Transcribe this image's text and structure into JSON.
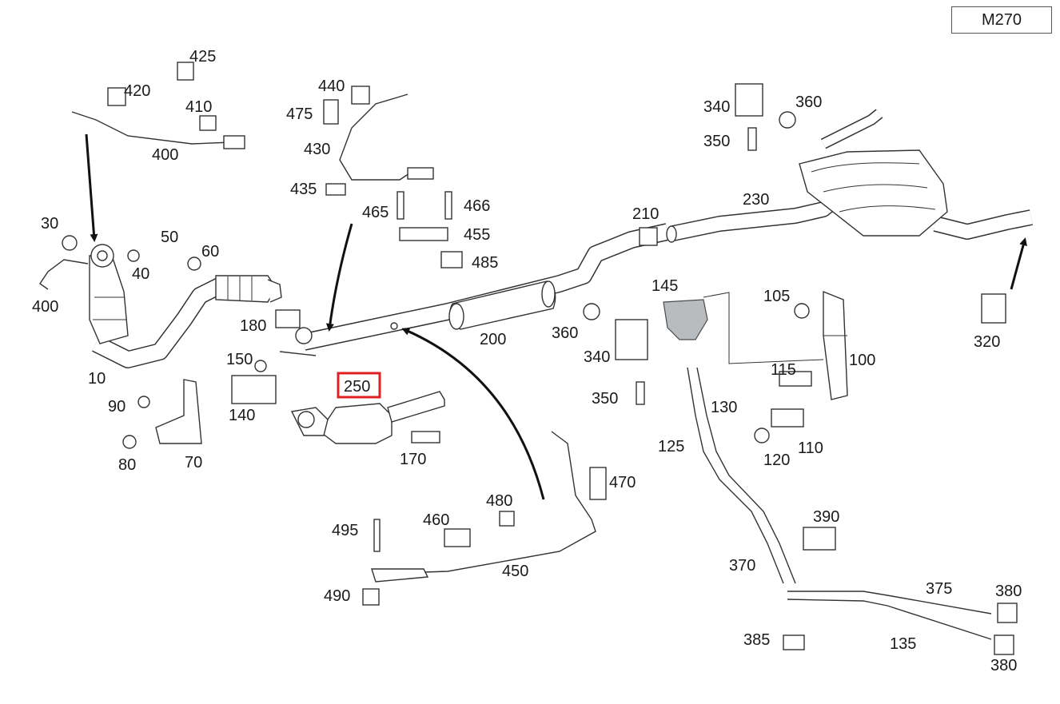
{
  "model_code": "M270",
  "highlighted_part": "250",
  "colors": {
    "highlight": "#e02020",
    "sensor_gray": "#b9bcbf",
    "line": "#333333"
  },
  "labels": {
    "p10": "10",
    "p30": "30",
    "p40": "40",
    "p50": "50",
    "p60": "60",
    "p70": "70",
    "p80": "80",
    "p90": "90",
    "p100": "100",
    "p105": "105",
    "p110": "110",
    "p115": "115",
    "p120": "120",
    "p125": "125",
    "p130": "130",
    "p135": "135",
    "p140": "140",
    "p145": "145",
    "p150": "150",
    "p170": "170",
    "p180": "180",
    "p200": "200",
    "p210": "210",
    "p230": "230",
    "p250": "250",
    "p320": "320",
    "p340a": "340",
    "p340b": "340",
    "p350a": "350",
    "p350b": "350",
    "p360a": "360",
    "p360b": "360",
    "p370": "370",
    "p375": "375",
    "p380a": "380",
    "p380b": "380",
    "p385": "385",
    "p390": "390",
    "p400a": "400",
    "p400b": "400",
    "p410": "410",
    "p420": "420",
    "p425": "425",
    "p430": "430",
    "p435": "435",
    "p440": "440",
    "p450": "450",
    "p455": "455",
    "p460": "460",
    "p465": "465",
    "p466": "466",
    "p470": "470",
    "p475": "475",
    "p480": "480",
    "p485": "485",
    "p490": "490",
    "p495": "495"
  }
}
